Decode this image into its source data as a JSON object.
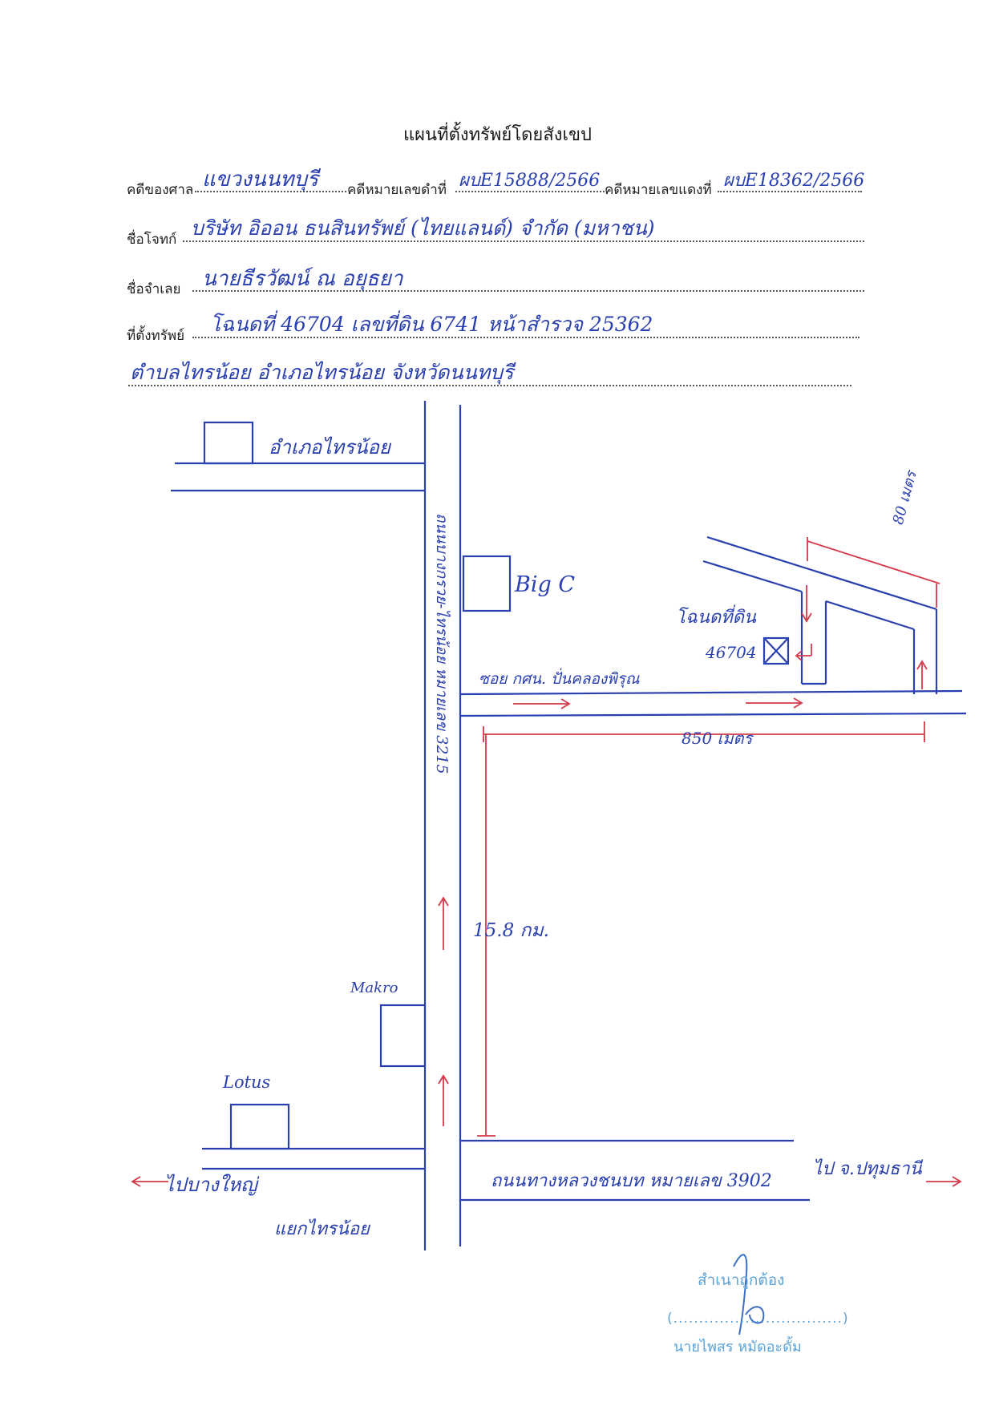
{
  "doc": {
    "title": "แผนที่ตั้งทรัพย์โดยสังเขป"
  },
  "fields": {
    "court_label": "คดีของศาล",
    "court_value": "แขวงนนทบุรี",
    "black_case_label": "คดีหมายเลขดำที่",
    "black_case_value": "ผบE15888/2566",
    "red_case_label": "คดีหมายเลขแดงที่",
    "red_case_value": "ผบE18362/2566",
    "plaintiff_label": "ชื่อโจทก์",
    "plaintiff_value": "บริษัท อิออน ธนสินทรัพย์ (ไทยแลนด์) จำกัด (มหาชน)",
    "defendant_label": "ชื่อจำเลย",
    "defendant_value": "นายธีรวัฒน์ ณ อยุธยา",
    "location_label": "ที่ตั้งทรัพย์",
    "location_line1": "โฉนดที่ 46704 เลขที่ดิน 6741 หน้าสำรวจ 25362",
    "location_line2": "ตำบลไทรน้อย อำเภอไทรน้อย จังหวัดนนทบุรี"
  },
  "map_labels": {
    "district_office": "อำเภอไทรน้อย",
    "main_road": "ถนนบางกรวย-ไทรน้อย หมายเลข 3215",
    "big_c": "Big C",
    "deed": "โฉนดที่ดิน",
    "deed_no": "46704",
    "soi": "ซอย กศน. ปั่นคลองพิรุณ",
    "dist_850": "850 เมตร",
    "dist_80": "80 เมตร",
    "dist_15_8": "15.8 กม.",
    "makro": "Makro",
    "lotus": "Lotus",
    "to_bangyai": "ไปบางใหญ่",
    "junction": "แยกไทรน้อย",
    "rural_road": "ถนนทางหลวงชนบท หมายเลข 3902",
    "to_pathum": "ไป จ.ปทุมธานี"
  },
  "certification": {
    "certified": "สำเนาถูกต้อง",
    "signature_line": "(.................................)",
    "signer": "นายไพสร หมัดอะดั้ม"
  },
  "colors": {
    "ink_blue": "#2a3fb0",
    "ink_red": "#d4384a",
    "stamp_blue": "#5aa2d8"
  }
}
